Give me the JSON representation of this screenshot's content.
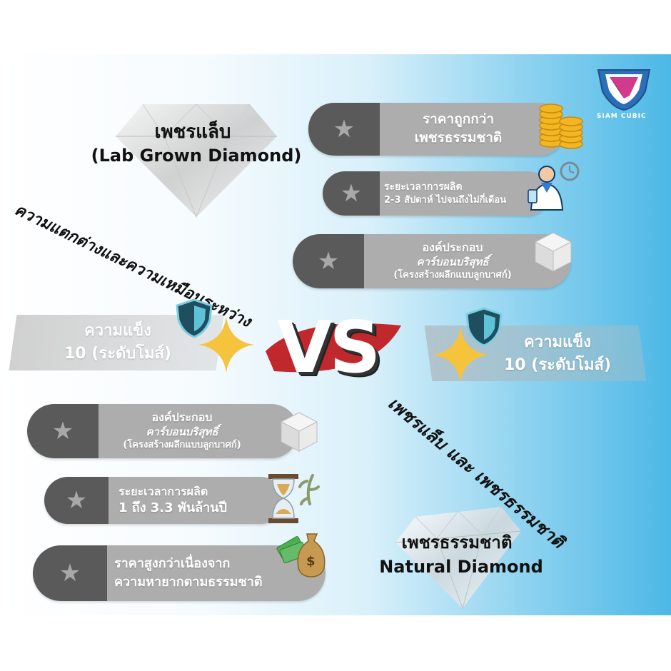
{
  "brand": {
    "name": "SIAM CUBIC"
  },
  "lab": {
    "title_line1": "เพชรแล็บ",
    "title_line2": "(Lab Grown  Diamond)",
    "items": [
      {
        "line1": "ราคาถูกกว่า",
        "line2": "เพชรธรรมชาติ",
        "line3": "",
        "icon": "coin-stack-icon"
      },
      {
        "line1": "ระยะเวลาการผลิต",
        "line2": "2-3 สัปดาห์ ไปจนถึงไม่กี่เดือน",
        "line3": "",
        "icon": "scientist-icon"
      },
      {
        "line1": "องค์ประกอบ",
        "line2": "คาร์บอนบริสุทธิ์",
        "line3": "(โครงสร้างผลึกแบบลูกบาศก์)",
        "icon": "cube-icon"
      }
    ],
    "hardness_line1": "ความแข็ง",
    "hardness_line2": "10 (ระดับโมส์)"
  },
  "natural": {
    "title_line1": "เพชรธรรมชาติ",
    "title_line2": "Natural Diamond",
    "items": [
      {
        "line1": "องค์ประกอบ",
        "line2": "คาร์บอนบริสุทธิ์",
        "line3": "(โครงสร้างผลึกแบบลูกบาศก์)",
        "icon": "cube-icon"
      },
      {
        "line1": "ระยะเวลาการผลิต",
        "line2": "1 ถึง 3.3 พันล้านปี",
        "line3": "",
        "icon": "hourglass-icon"
      },
      {
        "line1": "ราคาสูงกว่าเนื่องจาก",
        "line2": "ความหายากตามธรรมชาติ",
        "line3": "",
        "icon": "money-bag-icon"
      }
    ],
    "hardness_line1": "ความแข็ง",
    "hardness_line2": "10 (ระดับโมส์)"
  },
  "vs": "VS",
  "diagonal_top": "ความแตกต่างและความเหมือนระหว่าง",
  "diagonal_bottom": "เพชรแล็บ และ เพชรธรรมชาติ",
  "colors": {
    "pill": "#adadad",
    "star_box": "#5a5a5a",
    "vs_red": "#c0282d",
    "shield": "#1f4e5f"
  }
}
